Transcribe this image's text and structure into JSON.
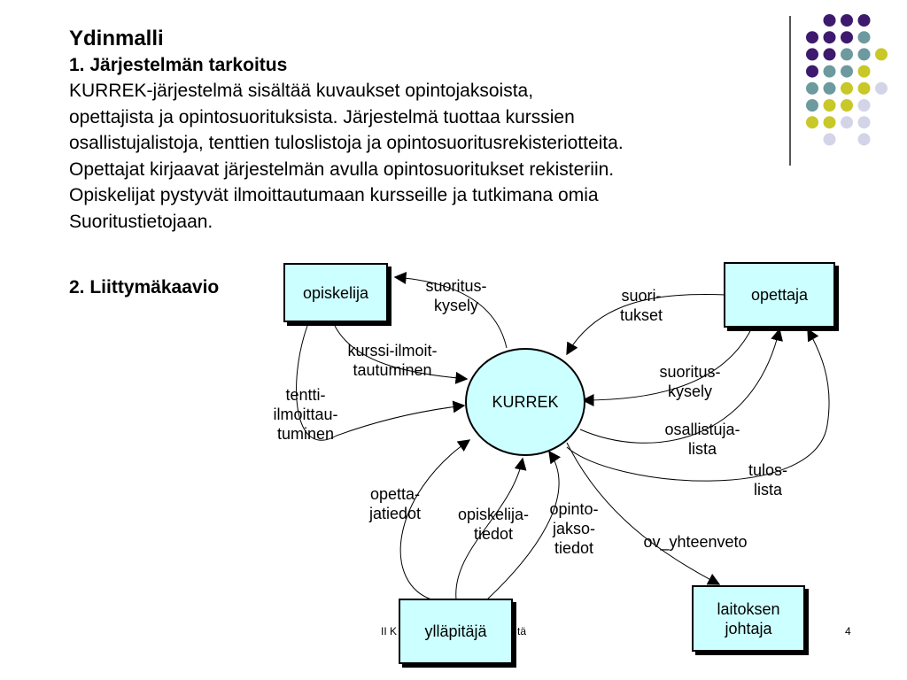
{
  "slide": {
    "title": "Ydinmalli",
    "section1_heading": "1. Järjestelmän tarkoitus",
    "body_lines": [
      "KURREK-järjestelmä sisältää kuvaukset opintojaksoista,",
      "opettajista ja opintosuorituksista. Järjestelmä tuottaa kurssien",
      "osallistujalistoja, tenttien tuloslistoja ja opintosuoritusrekisteriotteita.",
      "Opettajat kirjaavat järjestelmän avulla opintosuoritukset rekisteriin.",
      "Opiskelijat pystyvät ilmoittautumaan kursseille ja tutkimana omia",
      "Suoritustietojaan."
    ],
    "section2_heading": "2. Liittymäkaavio",
    "footer_left": "II K",
    "footer_mid": "tä",
    "page_number": "4"
  },
  "diagram": {
    "center": "KURREK",
    "entities": {
      "opiskelija": "opiskelija",
      "opettaja": "opettaja",
      "yllapitaja": "ylläpitäjä",
      "laitoksen_johtaja": [
        "laitoksen",
        "johtaja"
      ]
    },
    "flows": {
      "suoritus_kysely_left": [
        "suoritus-",
        "kysely"
      ],
      "kurssi_ilmoittautuminen": [
        "kurssi-ilmoit-",
        "tautuminen"
      ],
      "tentti_ilmoittautuminen": [
        "tentti-",
        "ilmoittau-",
        "tuminen"
      ],
      "suoritukset": [
        "suori-",
        "tukset"
      ],
      "suoritus_kysely_right": [
        "suoritus-",
        "kysely"
      ],
      "osallistujalista": [
        "osallistuja-",
        "lista"
      ],
      "tuloslista": [
        "tulos-",
        "lista"
      ],
      "opettajatiedot": [
        "opetta-",
        "jatiedot"
      ],
      "opiskelijatiedot": [
        "opiskelija-",
        "tiedot"
      ],
      "opintojaksotiedot": [
        "opinto-",
        "jakso-",
        "tiedot"
      ],
      "ov_yhteenveto": [
        "ov_yhteenveto"
      ]
    }
  },
  "decoration": {
    "dot_colors": {
      "purple": "#3d1a6e",
      "teal": "#6c9a9e",
      "yellow": "#c8c828",
      "lavender": "#d4d4e8"
    },
    "box_fill": "#ccffff"
  }
}
